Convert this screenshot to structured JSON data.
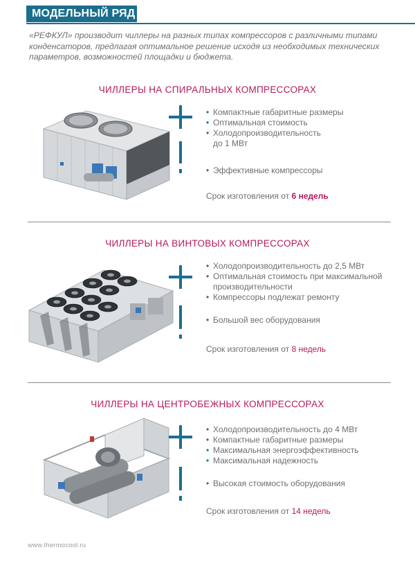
{
  "header": {
    "title": "МОДЕЛЬНЫЙ РЯД"
  },
  "intro": "«РЕФКУЛ» производит чиллеры на разных типах компрессоров с различными типами конденсаторов, предлагая оптимальное решение исходя из необходимых технических параметров, возможностей площадки и бюджета.",
  "sections": [
    {
      "title": "ЧИЛЛЕРЫ  НА СПИРАЛЬНЫХ КОМПРЕССОРАХ",
      "bullets": [
        "Компактные габаритные размеры",
        "Оптимальная стоимость",
        "Холодопроизводительность",
        "до 1 МВт",
        "Эффективные компрессоры"
      ],
      "term_label": "Срок изготовления от",
      "term_value": "6 недель"
    },
    {
      "title": "ЧИЛЛЕРЫ  НА  ВИНТОВЫХ  КОМПРЕССОРАХ",
      "bullets": [
        "Холодопроизводительность до 2,5 МВт",
        "Оптимальная стоимость при максимальной",
        "производительности",
        "Компрессоры подлежат ремонту",
        "Большой вес оборудования"
      ],
      "term_label": "Срок изготовления от",
      "term_value": "8 недель"
    },
    {
      "title": "ЧИЛЛЕРЫ НА  ЦЕНТРОБЕЖНЫХ  КОМПРЕССОРАХ",
      "bullets": [
        "Холодопроизводительность до 4 МВт",
        "Компактные габаритные размеры",
        "Максимальная энергоэффективность",
        "Максимальная надежность",
        "Высокая стоимость оборудования"
      ],
      "term_label": "Срок изготовления от",
      "term_value": "14 недель"
    }
  ],
  "footer": {
    "site": "www.thermocool.ru"
  },
  "colors": {
    "brand": "#1b6e8e",
    "accent": "#b6195d",
    "text": "#6d6e71"
  }
}
